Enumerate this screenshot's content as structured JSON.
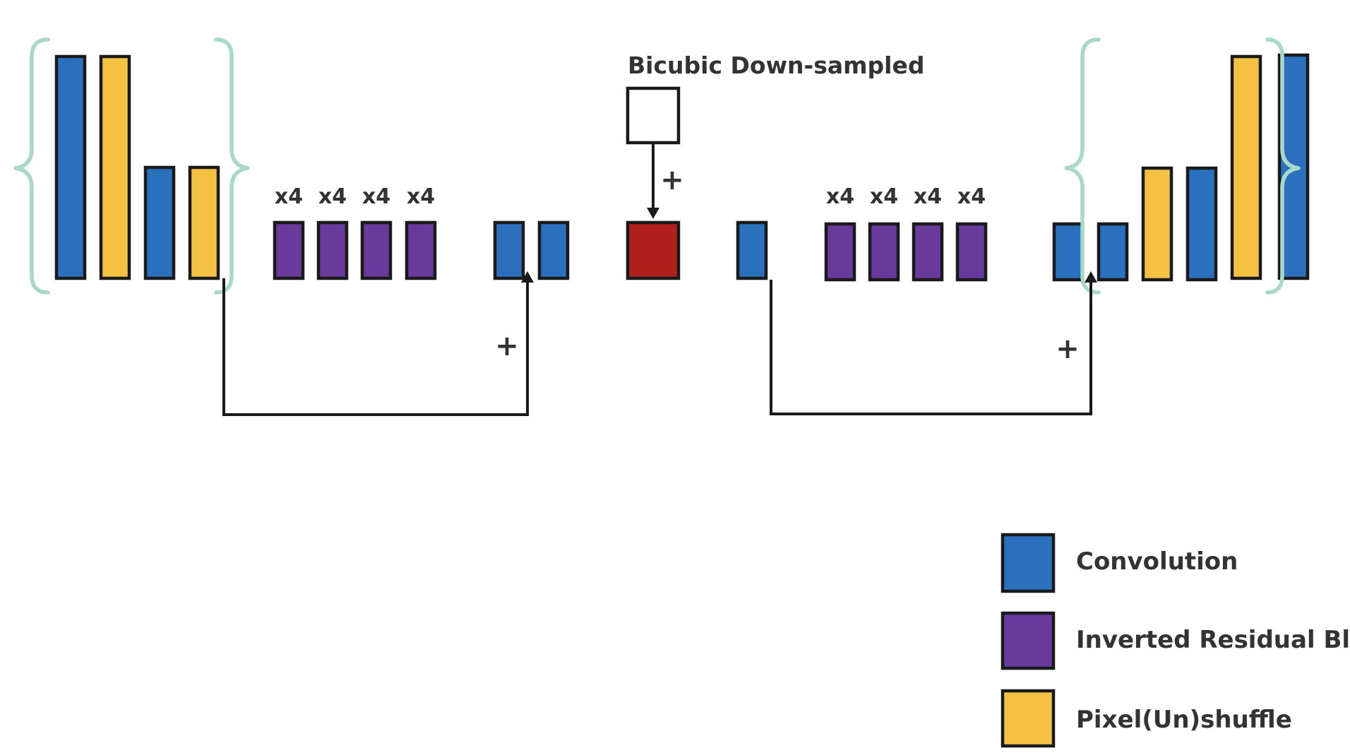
{
  "colors": {
    "convolution": "#2b70bd",
    "inverted_residual": "#683a9b",
    "pixel_shuffle": "#f5c142",
    "bottleneck": "#b0211c",
    "brace": "#a7d8c8",
    "line": "#1a1a1a",
    "text": "#333333"
  },
  "diagram": {
    "downsample_label": "Bicubic Down-sampled",
    "plus": "+",
    "repeat_label": "x4"
  },
  "legend": {
    "items": [
      {
        "label": "Convolution",
        "kind": "convolution"
      },
      {
        "label": "Inverted Residual Block",
        "kind": "inverted_residual"
      },
      {
        "label": "Pixel(Un)shuffle",
        "kind": "pixel_shuffle"
      }
    ]
  }
}
